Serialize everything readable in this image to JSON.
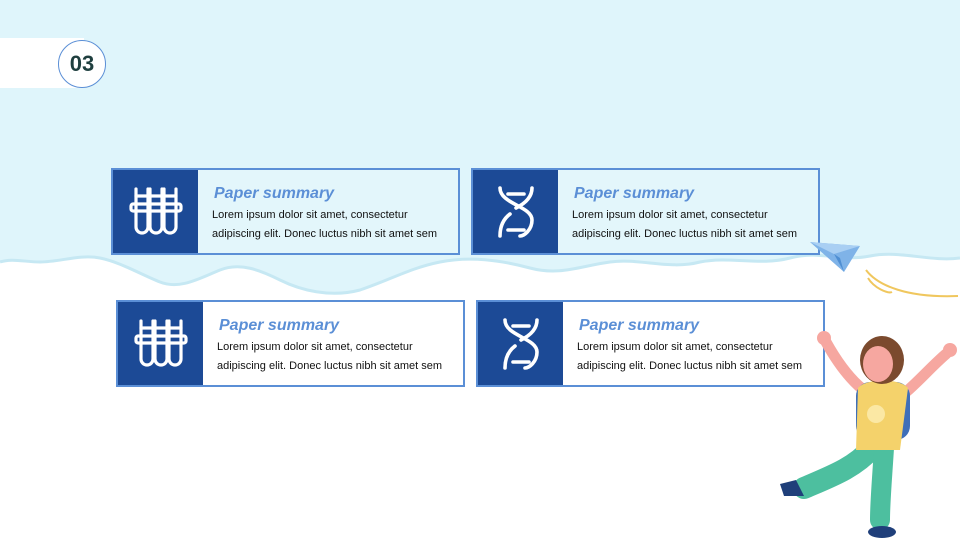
{
  "slide": {
    "number": "03"
  },
  "cards": [
    {
      "title": "Paper summary",
      "body": "Lorem ipsum dolor sit amet, consectetur adipiscing elit. Donec luctus nibh sit amet sem",
      "icon": "test-tubes-icon"
    },
    {
      "title": "Paper summary",
      "body": "Lorem ipsum dolor sit amet, consectetur adipiscing elit. Donec luctus nibh sit amet sem",
      "icon": "dna-icon"
    },
    {
      "title": "Paper summary",
      "body": "Lorem ipsum dolor sit amet, consectetur adipiscing elit. Donec luctus nibh sit amet sem",
      "icon": "test-tubes-icon"
    },
    {
      "title": "Paper summary",
      "body": "Lorem ipsum dolor sit amet, consectetur adipiscing elit. Donec luctus nibh sit amet sem",
      "icon": "dna-icon"
    }
  ],
  "colors": {
    "sky": "#dff5fb",
    "accent": "#5b8fd6",
    "icon_bg": "#1c4a96",
    "number_text": "#1f3f3f"
  }
}
